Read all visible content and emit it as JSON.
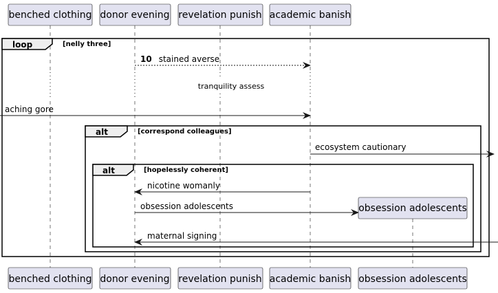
{
  "participants": [
    "benched clothing",
    "donor evening",
    "revelation punish",
    "academic banish",
    "obsession adolescents"
  ],
  "fragments": {
    "loop": {
      "keyword": "loop",
      "guard": "[nelly three]"
    },
    "alt_outer": {
      "keyword": "alt",
      "guard": "[correspond colleagues]"
    },
    "alt_inner": {
      "keyword": "alt",
      "guard": "[hopelessly coherent]"
    }
  },
  "messages": {
    "m1": {
      "number": "10",
      "label": "stained averse"
    },
    "delay": "tranquility assess",
    "m2": "aching gore",
    "m3": "ecosystem cautionary",
    "m4": "nicotine womanly",
    "m5": "obsession adolescents",
    "m6": "maternal signing"
  },
  "colors": {
    "participant_fill": "#E2E2F0",
    "participant_border": "#181818",
    "lifeline": "#181818",
    "frame": "#000000"
  }
}
